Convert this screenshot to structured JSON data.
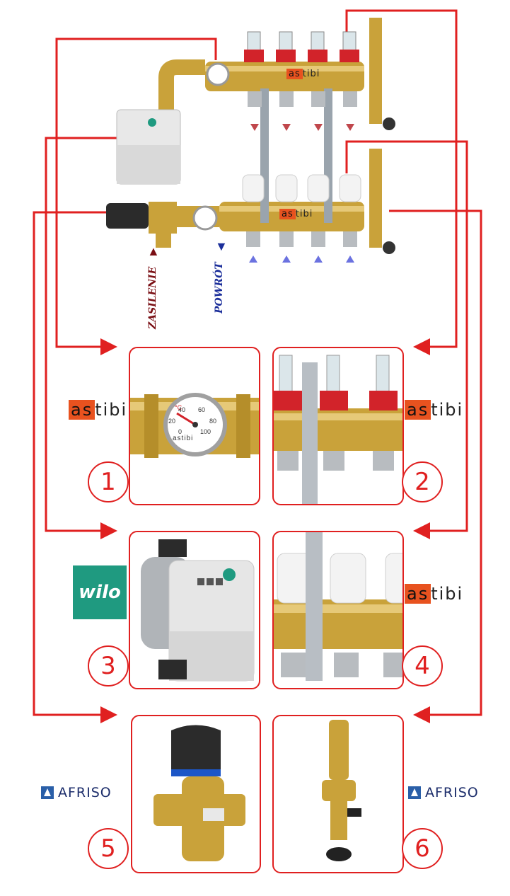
{
  "labels": {
    "supply": "ZASILENIE",
    "return": "POWRÓT"
  },
  "brands": {
    "astibi_prefix": "as",
    "astibi_suffix": "tibi",
    "wilo": "wilo",
    "afriso": "AFRISO"
  },
  "components": [
    {
      "number": "1",
      "brand": "astibi",
      "icon": "thermometer-valve-icon"
    },
    {
      "number": "2",
      "brand": "astibi",
      "icon": "flowmeter-manifold-icon"
    },
    {
      "number": "3",
      "brand": "wilo",
      "icon": "circulation-pump-icon"
    },
    {
      "number": "4",
      "brand": "astibi",
      "icon": "thermostatic-head-manifold-icon"
    },
    {
      "number": "5",
      "brand": "AFRISO",
      "icon": "three-way-mixing-valve-icon"
    },
    {
      "number": "6",
      "brand": "AFRISO",
      "icon": "air-vent-drain-valve-icon"
    }
  ],
  "thermometer": {
    "brand": "astibi",
    "unit": "°C",
    "ticks": [
      "0",
      "20",
      "40",
      "60",
      "80",
      "100"
    ]
  },
  "colors": {
    "accent_red": "#e02020",
    "brass": "#c9a23a",
    "wilo_green": "#1f9a80",
    "afriso_blue": "#2a5fa8",
    "supply_label": "#7a0f14",
    "return_label": "#1b2e9a"
  }
}
